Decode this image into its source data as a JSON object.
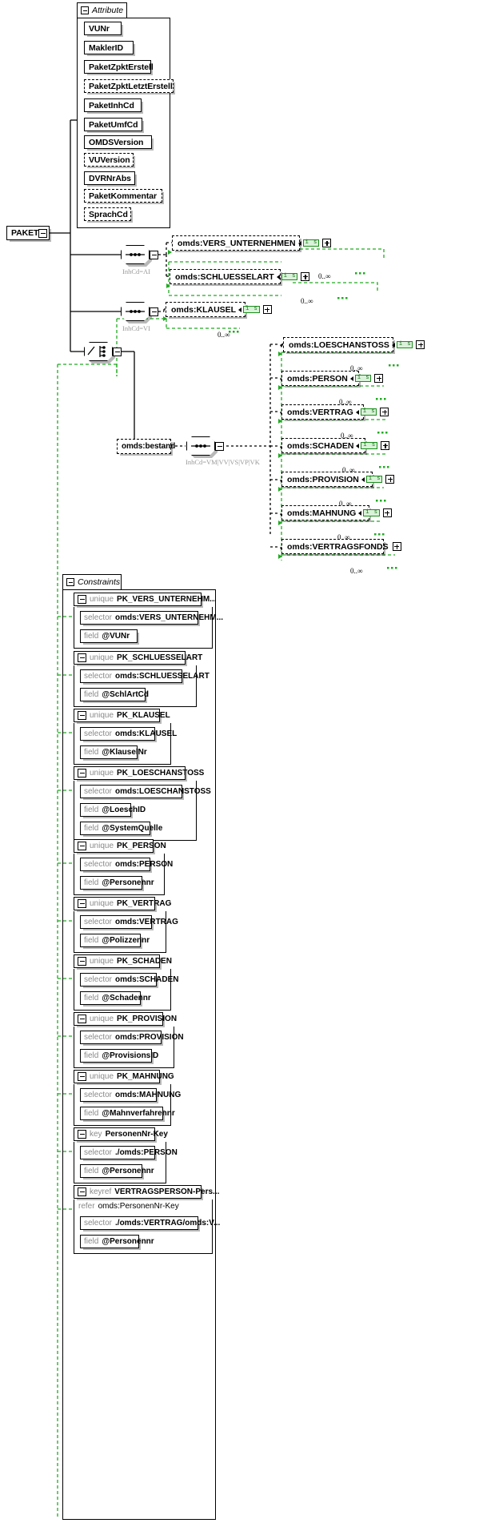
{
  "diagram": {
    "title": "PAKET",
    "root": {
      "label": "PAKET"
    },
    "attribute_group": {
      "tab_label": "Attribute",
      "items": [
        {
          "label": "VUNr",
          "optional": false
        },
        {
          "label": "MaklerID",
          "optional": false
        },
        {
          "label": "PaketZpktErstell",
          "optional": false
        },
        {
          "label": "PaketZpktLetztErstell",
          "optional": true
        },
        {
          "label": "PaketInhCd",
          "optional": false
        },
        {
          "label": "PaketUmfCd",
          "optional": false
        },
        {
          "label": "OMDSVersion",
          "optional": false
        },
        {
          "label": "VUVersion",
          "optional": true
        },
        {
          "label": "DVRNrAbs",
          "optional": false
        },
        {
          "label": "PaketKommentar",
          "optional": true
        },
        {
          "label": "SprachCd",
          "optional": true
        }
      ]
    },
    "compositors": {
      "sequence_ai": {
        "type": "sequence",
        "annotation": "InhCd=AI"
      },
      "sequence_vi": {
        "type": "sequence",
        "annotation": "InhCd=VI"
      },
      "choice_root": {
        "type": "choice",
        "annotation": ""
      },
      "sequence_bestand": {
        "type": "sequence",
        "annotation": "InhCd=VM|VV|VS|VP|VK"
      }
    },
    "elements": [
      {
        "label": "omds:VERS_UNTERNEHMEN",
        "badge": "i s",
        "occurrence": "0..∞",
        "expander": "plus"
      },
      {
        "label": "omds:SCHLUESSELART",
        "badge": "i s",
        "occurrence": "0..∞",
        "expander": "plus"
      },
      {
        "label": "omds:KLAUSEL",
        "badge": "i s",
        "occurrence": "0..∞",
        "expander": "plus"
      },
      {
        "label": "omds:LOESCHANSTOSS",
        "badge": "i s",
        "occurrence": "0..∞",
        "expander": "plus"
      },
      {
        "label": "omds:PERSON",
        "badge": "i s",
        "occurrence": "0..∞",
        "expander": "plus"
      },
      {
        "label": "omds:VERTRAG",
        "badge": "i s",
        "occurrence": "0..∞",
        "expander": "plus"
      },
      {
        "label": "omds:SCHADEN",
        "badge": "i s",
        "occurrence": "0..∞",
        "expander": "plus"
      },
      {
        "label": "omds:PROVISION",
        "badge": "i s",
        "occurrence": "0..∞",
        "expander": "plus"
      },
      {
        "label": "omds:MAHNUNG",
        "badge": "i s",
        "occurrence": "0..∞",
        "expander": "plus"
      },
      {
        "label": "omds:VERTRAGSFONDS",
        "badge": "",
        "occurrence": "0..∞",
        "expander": "plus"
      }
    ],
    "bestand_node": {
      "label": "omds:bestand"
    },
    "constraints": {
      "tab_label": "Constraints",
      "items": [
        {
          "kind": "unique",
          "name": "PK_VERS_UNTERNEHM...",
          "rows": [
            {
              "kw": "selector",
              "val": "omds:VERS_UNTERNEHM..."
            },
            {
              "kw": "field",
              "val": "@VUNr"
            }
          ]
        },
        {
          "kind": "unique",
          "name": "PK_SCHLUESSELART",
          "rows": [
            {
              "kw": "selector",
              "val": "omds:SCHLUESSELART"
            },
            {
              "kw": "field",
              "val": "@SchlArtCd"
            }
          ]
        },
        {
          "kind": "unique",
          "name": "PK_KLAUSEL",
          "rows": [
            {
              "kw": "selector",
              "val": "omds:KLAUSEL"
            },
            {
              "kw": "field",
              "val": "@KlauselNr"
            }
          ]
        },
        {
          "kind": "unique",
          "name": "PK_LOESCHANSTOSS",
          "rows": [
            {
              "kw": "selector",
              "val": "omds:LOESCHANSTOSS"
            },
            {
              "kw": "field",
              "val": "@LoeschID"
            },
            {
              "kw": "field",
              "val": "@SystemQuelle"
            }
          ]
        },
        {
          "kind": "unique",
          "name": "PK_PERSON",
          "rows": [
            {
              "kw": "selector",
              "val": "omds:PERSON"
            },
            {
              "kw": "field",
              "val": "@Personennr"
            }
          ]
        },
        {
          "kind": "unique",
          "name": "PK_VERTRAG",
          "rows": [
            {
              "kw": "selector",
              "val": "omds:VERTRAG"
            },
            {
              "kw": "field",
              "val": "@Polizzennr"
            }
          ]
        },
        {
          "kind": "unique",
          "name": "PK_SCHADEN",
          "rows": [
            {
              "kw": "selector",
              "val": "omds:SCHADEN"
            },
            {
              "kw": "field",
              "val": "@Schadennr"
            }
          ]
        },
        {
          "kind": "unique",
          "name": "PK_PROVISION",
          "rows": [
            {
              "kw": "selector",
              "val": "omds:PROVISION"
            },
            {
              "kw": "field",
              "val": "@ProvisionsID"
            }
          ]
        },
        {
          "kind": "unique",
          "name": "PK_MAHNUNG",
          "rows": [
            {
              "kw": "selector",
              "val": "omds:MAHNUNG"
            },
            {
              "kw": "field",
              "val": "@Mahnverfahrennr"
            }
          ]
        },
        {
          "kind": "key",
          "name": "PersonenNr-Key",
          "rows": [
            {
              "kw": "selector",
              "val": "./omds:PERSON"
            },
            {
              "kw": "field",
              "val": "@Personennr"
            }
          ]
        },
        {
          "kind": "keyref",
          "name": "VERTRAGSPERSON-Pers...",
          "refer_kw": "refer",
          "refer_val": "omds:PersonenNr-Key",
          "rows": [
            {
              "kw": "selector",
              "val": "./omds:VERTRAG/omds:V..."
            },
            {
              "kw": "field",
              "val": "@Personennr"
            }
          ]
        }
      ]
    },
    "colors": {
      "badge_border": "#1a8f1a",
      "badge_bg": "#d9f2d9",
      "link_green": "#22aa22",
      "annotation_gray": "#9a9a9a",
      "shadow": "rgba(0,0,0,0.28)"
    }
  }
}
